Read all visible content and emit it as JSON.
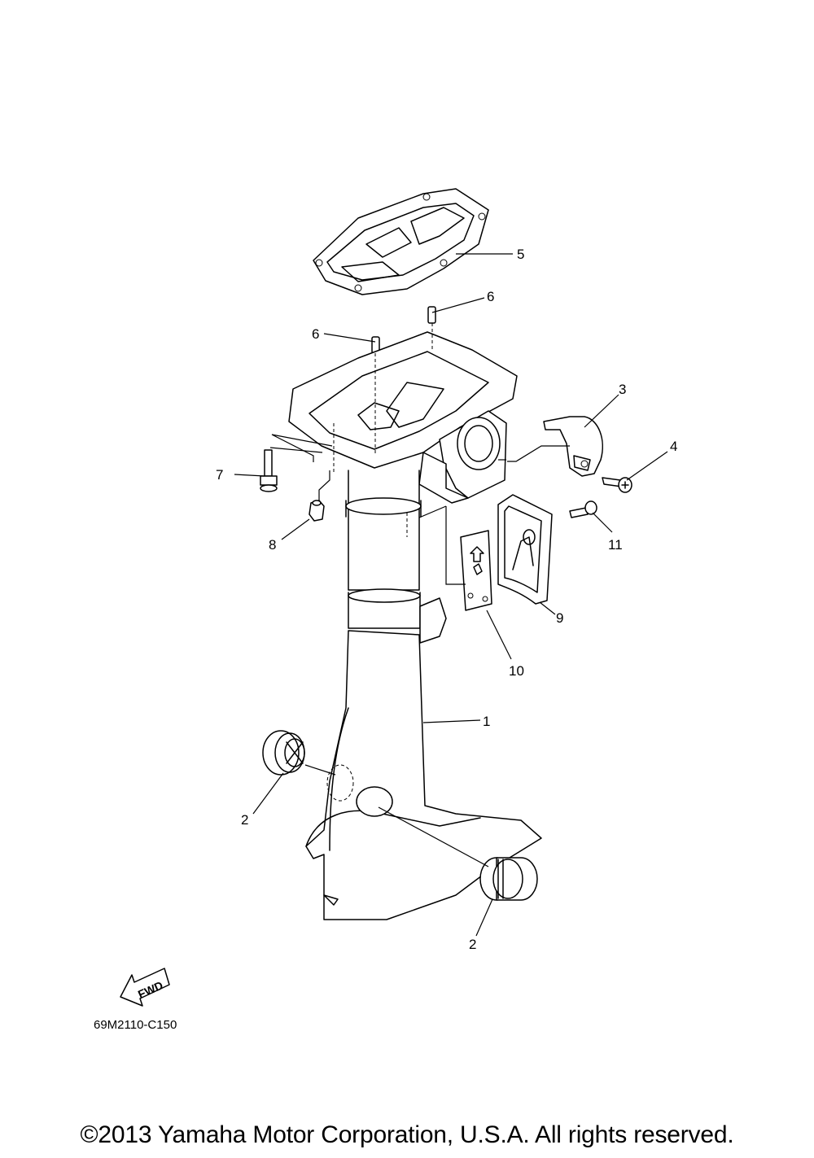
{
  "callouts": {
    "c1": "1",
    "c2a": "2",
    "c2b": "2",
    "c3": "3",
    "c4": "4",
    "c5": "5",
    "c6a": "6",
    "c6b": "6",
    "c7": "7",
    "c8": "8",
    "c9": "9",
    "c10": "10",
    "c11": "11"
  },
  "direction_marker": {
    "label": "FWD",
    "icon": "arrow-icon"
  },
  "diagram_code": "69M2110-C150",
  "copyright": "©2013 Yamaha Motor Corporation, U.S.A. All rights reserved."
}
